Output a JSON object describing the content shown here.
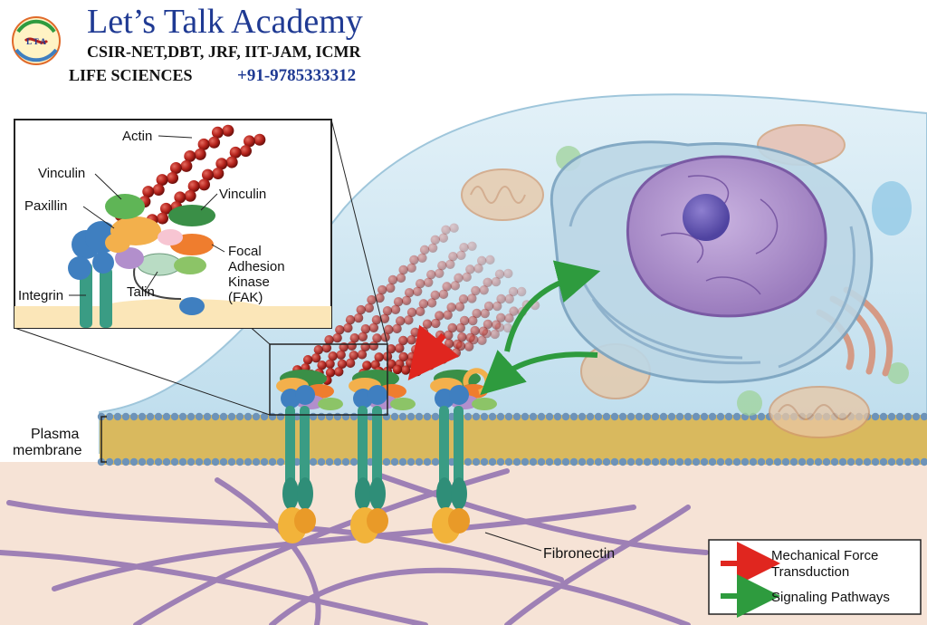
{
  "brand": {
    "title": "Let’s Talk Academy",
    "exams": "CSIR-NET,DBT, JRF, IIT-JAM, ICMR",
    "subject": "LIFE SCIENCES",
    "phone": "+91-9785333312",
    "logo_text": "L T A"
  },
  "inset_labels": {
    "actin": "Actin",
    "vinculin_left": "Vinculin",
    "vinculin_right": "Vinculin",
    "paxillin": "Paxillin",
    "fak_line1": "Focal",
    "fak_line2": "Adhesion",
    "fak_line3": "Kinase",
    "fak_line4": "(FAK)",
    "talin": "Talin",
    "integrin": "Integrin"
  },
  "main_labels": {
    "plasma_line1": "Plasma",
    "plasma_line2": "membrane",
    "fibronectin": "Fibronectin"
  },
  "legend": {
    "item1_line1": "Mechanical Force",
    "item1_line2": "Transduction",
    "item2": "Signaling Pathways"
  },
  "colors": {
    "title_blue": "#1f3a93",
    "actin_red": "#b5231c",
    "mechanical_arrow": "#e0261f",
    "signaling_arrow": "#2e9b3e",
    "cytoplasm": "#cfe6f2",
    "nucleus": "#a68cc4",
    "integrin_blue": "#3f7fc0",
    "integrin_green": "#3a9c84",
    "fibronectin": "#8f6fb0",
    "membrane_head": "#6d93b8",
    "membrane_tail": "#d9b95e"
  }
}
